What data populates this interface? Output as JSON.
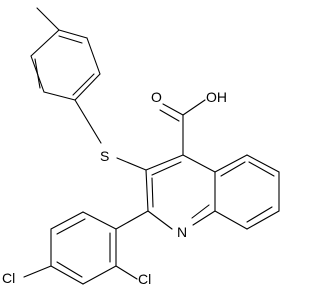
{
  "labels": {
    "carboxyl": "OH",
    "carbonyl_oxygen": "O",
    "sulfur": "S",
    "nitrogen": "N",
    "chlorine_left": "Cl",
    "chlorine_right": "Cl"
  },
  "colors": {
    "line": "#000000",
    "background": "#ffffff"
  }
}
